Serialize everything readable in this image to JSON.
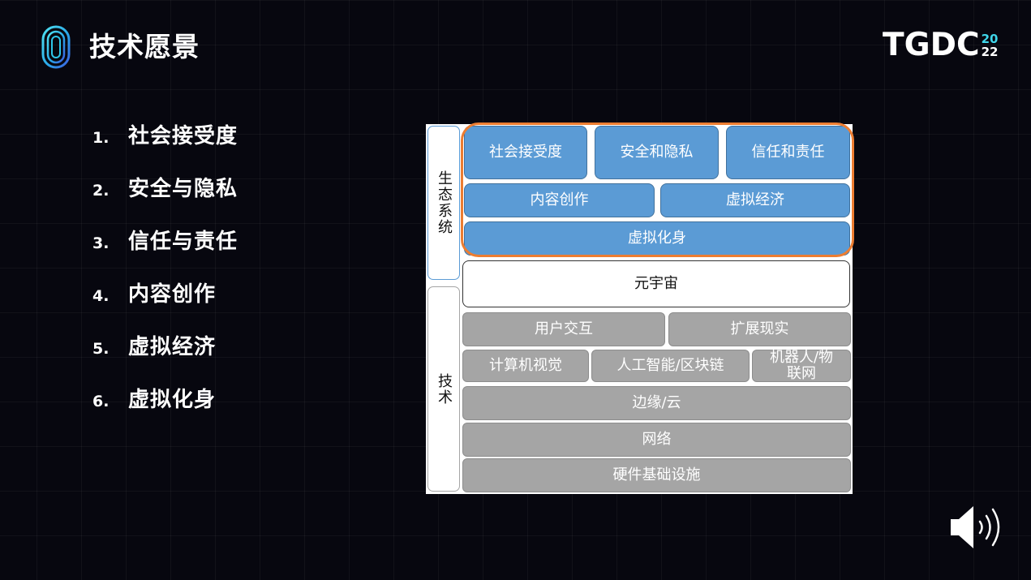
{
  "header": {
    "title": "技术愿景",
    "brand": "TGDC",
    "brand_year_top": "20",
    "brand_year_bottom": "22"
  },
  "vision_list": [
    {
      "num": "1.",
      "label": "社会接受度"
    },
    {
      "num": "2.",
      "label": "安全与隐私"
    },
    {
      "num": "3.",
      "label": "信任与责任"
    },
    {
      "num": "4.",
      "label": "内容创作"
    },
    {
      "num": "5.",
      "label": "虚拟经济"
    },
    {
      "num": "6.",
      "label": "虚拟化身"
    }
  ],
  "diagram": {
    "side_labels": {
      "ecosystem": "生态系统",
      "technology": "技术"
    },
    "ecosystem": {
      "row1": [
        "社会接受度",
        "安全和隐私",
        "信任和责任"
      ],
      "row2": [
        "内容创作",
        "虚拟经济"
      ],
      "row3": "虚拟化身"
    },
    "metaverse": "元宇宙",
    "technology": {
      "row1": [
        "用户交互",
        "扩展现实"
      ],
      "row2": [
        "计算机视觉",
        "人工智能/区块链",
        "机器人/物联网"
      ],
      "edge_cloud": "边缘/云",
      "network": "网络",
      "hardware": "硬件基础设施"
    },
    "colors": {
      "ecosystem_box": "#5b9bd5",
      "technology_box": "#a5a5a5",
      "highlight": "#ed7d31"
    }
  },
  "icons": {
    "logo": "tgdc-ring-logo-icon",
    "audio": "speaker-icon"
  }
}
